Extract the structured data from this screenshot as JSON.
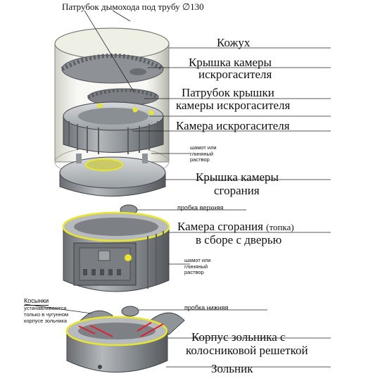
{
  "labels": {
    "flue_pipe": "Патрубок дымохода под трубу ∅130",
    "casing": "Кожух",
    "spark_lid_1": "Крышка камеры",
    "spark_lid_2": "искрогасителя",
    "spark_pipe_1": "Патрубок крышки",
    "spark_pipe_2": "камеры искрогасителя",
    "spark_chamber": "Камера искрогасителя",
    "mortar_1_a": "шамот или",
    "mortar_1_b": "глиняный",
    "mortar_1_c": "раствор",
    "comb_lid_1": "Крышка камеры",
    "comb_lid_2": "сгорания",
    "plug_top": "пробка верхняя",
    "comb_chamber_1": "Камера сгорания",
    "comb_chamber_1b": "(топка)",
    "comb_chamber_2": "в сборе с дверью",
    "mortar_2_a": "шамот или",
    "mortar_2_b": "глиняный",
    "mortar_2_c": "раствор",
    "gussets_title": "Косынки",
    "gussets_desc": "устанавливаются только в чугунном корпусе зольника",
    "plug_bottom": "пробка нижняя",
    "ash_body_1": "Корпус зольника с",
    "ash_body_2": "колосниковой решеткой",
    "ash_pan": "Зольник"
  },
  "colors": {
    "metal": "#8f9499",
    "metal_light": "#c3c7ca",
    "metal_dark": "#5d6166",
    "highlight": "#e8e62a",
    "marker": "#e0202a"
  }
}
